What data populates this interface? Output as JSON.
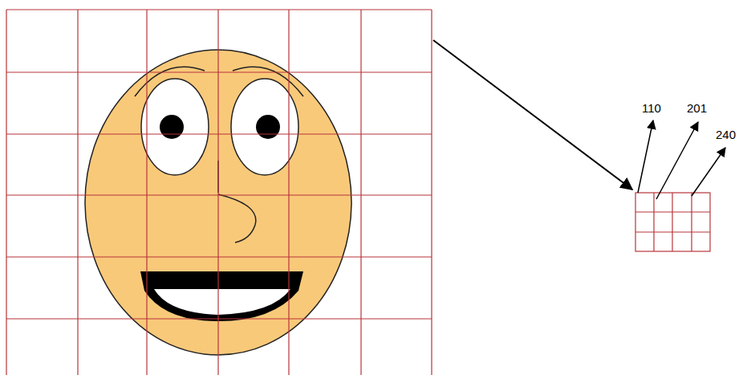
{
  "diagram": {
    "labels": [
      "110",
      "201",
      "240"
    ]
  }
}
